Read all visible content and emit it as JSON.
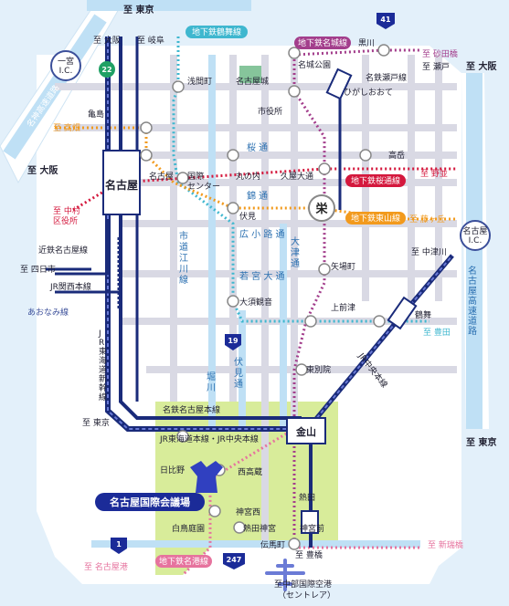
{
  "directions": {
    "north_tokyo": "至 東京",
    "to_osaka_top": "至 大阪",
    "to_gifu": "至 岐阜",
    "to_osaka_right": "至 大阪",
    "to_osaka_left": "至 大阪",
    "to_kariba": "至 砂田橋",
    "to_seto": "至 瀬戸",
    "to_takabata": "至 高畑",
    "to_nonami": "至 野並",
    "to_fujigaoka": "至 藤ヶ丘",
    "to_nakamura": "至 中村\n区役所",
    "to_yokkaichi": "至 四日市",
    "to_nakatsugawa": "至 中津川",
    "to_toyota": "至 豊田",
    "to_tokyo_left": "至 東京",
    "to_tokyo_right": "至 東京",
    "to_toyohashi": "至 豊橋",
    "to_shinmizuho": "至 新瑞橋",
    "to_nagoyako": "至 名古屋港"
  },
  "stations": {
    "kurokawa": "黒川",
    "meijo_koen": "名城公園",
    "meitetsu_seto": "名鉄瀬戸線",
    "higashi_ozone": "ひがしおおて",
    "asama_cho": "浅間町",
    "nagoya_castle": "名古屋城",
    "shiyakusho": "市役所",
    "kamejima": "亀島",
    "takaoka": "高岳",
    "nagoya_station_label": "名古屋",
    "nagoya_sub": "名古屋",
    "kokusai_center": "国際\nセンター",
    "marunouchi": "丸の内",
    "hisaya_odori": "久屋大通",
    "sakae": "栄",
    "fushimi": "伏見",
    "yabacho": "矢場町",
    "kamimaezu": "上前津",
    "tsurumai": "鶴舞",
    "osu_kannon": "大須観音",
    "toin": "東別院",
    "kanayama": "金山",
    "hibino": "日比野",
    "nishi_takakura": "西高蔵",
    "jingu_nishi": "神宮西",
    "atsuta_jingu": "熱田神宮",
    "atsuta": "熱田",
    "jingumae": "神宮前",
    "temma_cho": "伝馬町",
    "shirotori": "白鳥庭園",
    "kintetsu_nagoya": "近鉄名古屋線",
    "jr_kansai": "JR関西本線",
    "aonami": "あおなみ線",
    "jr_tokaido_shinkansen": "JR東海道新幹線",
    "meitetsu_nagoya": "名鉄名古屋本線",
    "jr_tokaido_chuo": "JR東海道本線・JR中央本線",
    "jr_chuo": "JR中央本線"
  },
  "subway_lines": {
    "tsurumai": "地下鉄鶴舞線",
    "meijo": "地下鉄名城線",
    "sakuradori": "地下鉄桜通線",
    "higashiyama": "地下鉄東山線",
    "meiko": "地下鉄名港線"
  },
  "roads": {
    "sakura_dori": "桜 通",
    "nishiki_dori": "錦 通",
    "hirokoji": "広 小 路 通",
    "wakamiya": "若 宮 大 通",
    "otsu_dori": "大\n津\n通",
    "fushimi_dori": "伏\n見\n通",
    "horikawa": "堀\n川",
    "edogawa_sen": "市\n道\n江\n川\n線",
    "tomei_kosoku": "名\n古\n屋\n高\n速\n道\n路",
    "meishin_kosoku": "名神高速道路",
    "tomei_shinkansen": "J\nR\n東\n海\n道\n新\n幹\n線",
    "jr_sen": "JR中央本線"
  },
  "ic": {
    "ichinomiya": "一宮\nI.C.",
    "nagoya": "名古屋\nI.C."
  },
  "routes": {
    "r22": "22",
    "r41": "41",
    "r19": "19",
    "r1": "1",
    "r247": "247"
  },
  "venue": {
    "name": "名古屋国際会議場"
  },
  "airport": {
    "line1": "至中部国際空港",
    "line2": "（セントレア）"
  },
  "colors": {
    "water": "#e3f0fa",
    "land": "#ffffff",
    "expressway": "#bfe0f5",
    "park": "#d8ec9a",
    "jr_line": "#1a2b7a",
    "higashiyama_line": "#f29a1d",
    "meijo_line": "#a33e8c",
    "sakuradori_line": "#d4183d",
    "tsurumai_line": "#3fb7cf",
    "meiko_line": "#e6739e",
    "venue_blue": "#1b2b98"
  }
}
